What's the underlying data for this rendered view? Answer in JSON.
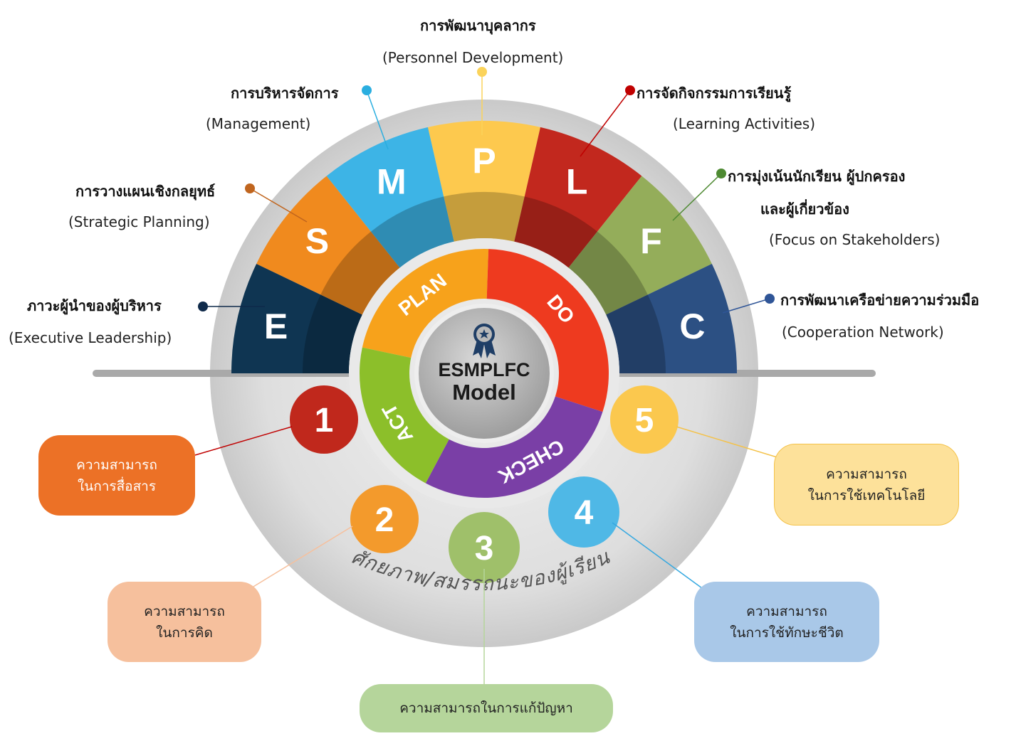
{
  "pillars": [
    {
      "id": "E",
      "letter": "E",
      "title": "ภาวะผู้นำของผู้บริหาร",
      "subtitle": "(Executive Leadership)",
      "color": "#0f3552",
      "dot": "#0f2a4a"
    },
    {
      "id": "S",
      "letter": "S",
      "title": "การวางแผนเชิงกลยุทธ์",
      "subtitle": "(Strategic Planning)",
      "color": "#f08a1e",
      "dot": "#c0651e"
    },
    {
      "id": "M",
      "letter": "M",
      "title": "การบริหารจัดการ",
      "subtitle": "(Management)",
      "color": "#3db4e6",
      "dot": "#2aaee0"
    },
    {
      "id": "P",
      "letter": "P",
      "title": "การพัฒนาบุคลากร",
      "subtitle": "(Personnel Development)",
      "color": "#fdc94e",
      "dot": "#fbd35a"
    },
    {
      "id": "L",
      "letter": "L",
      "title": "การจัดกิจกรรมการเรียนรู้",
      "subtitle": "(Learning Activities)",
      "color": "#c2281e",
      "dot": "#c00000"
    },
    {
      "id": "F",
      "letter": "F",
      "title_line1": "การมุ่งเน้นนักเรียน ผู้ปกครอง",
      "title_line2": "และผู้เกี่ยวข้อง",
      "subtitle": "(Focus on Stakeholders)",
      "color": "#94ad5a",
      "dot": "#4e8a32"
    },
    {
      "id": "C",
      "letter": "C",
      "title": "การพัฒนาเครือข่ายความร่วมมือ",
      "subtitle": "(Cooperation Network)",
      "color": "#2c5083",
      "dot": "#2f5597"
    }
  ],
  "cycle": {
    "plan": "PLAN",
    "do": "DO",
    "check": "CHECK",
    "act": "ACT",
    "colors": {
      "plan": "#f7a21b",
      "do": "#ee3a1f",
      "check": "#7a3fa6",
      "act": "#8cbf2a"
    }
  },
  "center": {
    "line1": "ESMPLFC",
    "line2": "Model",
    "icon": "award-ribbon-icon"
  },
  "arc_text": "ศักยภาพ/สมรรถนะของผู้เรียน",
  "competencies": [
    {
      "number": "1",
      "line1": "ความสามารถ",
      "line2": "ในการสื่อสาร",
      "color": "#c0281c",
      "box_color": "#ec7126"
    },
    {
      "number": "2",
      "line1": "ความสามารถ",
      "line2": "ในการคิด",
      "color": "#f39a2c",
      "box_color": "#f6c09d"
    },
    {
      "number": "3",
      "line1": "ความสามารถในการแก้ปัญหา",
      "color": "#9fc06a",
      "box_color": "#b5d59b"
    },
    {
      "number": "4",
      "line1": "ความสามารถ",
      "line2": "ในการใช้ทักษะชีวิต",
      "color": "#4fb8e6",
      "box_color": "#a9c8e8"
    },
    {
      "number": "5",
      "line1": "ความสามารถ",
      "line2": "ในการใช้เทคโนโลยี",
      "color": "#fbc84e",
      "box_color": "#fde19a"
    }
  ]
}
